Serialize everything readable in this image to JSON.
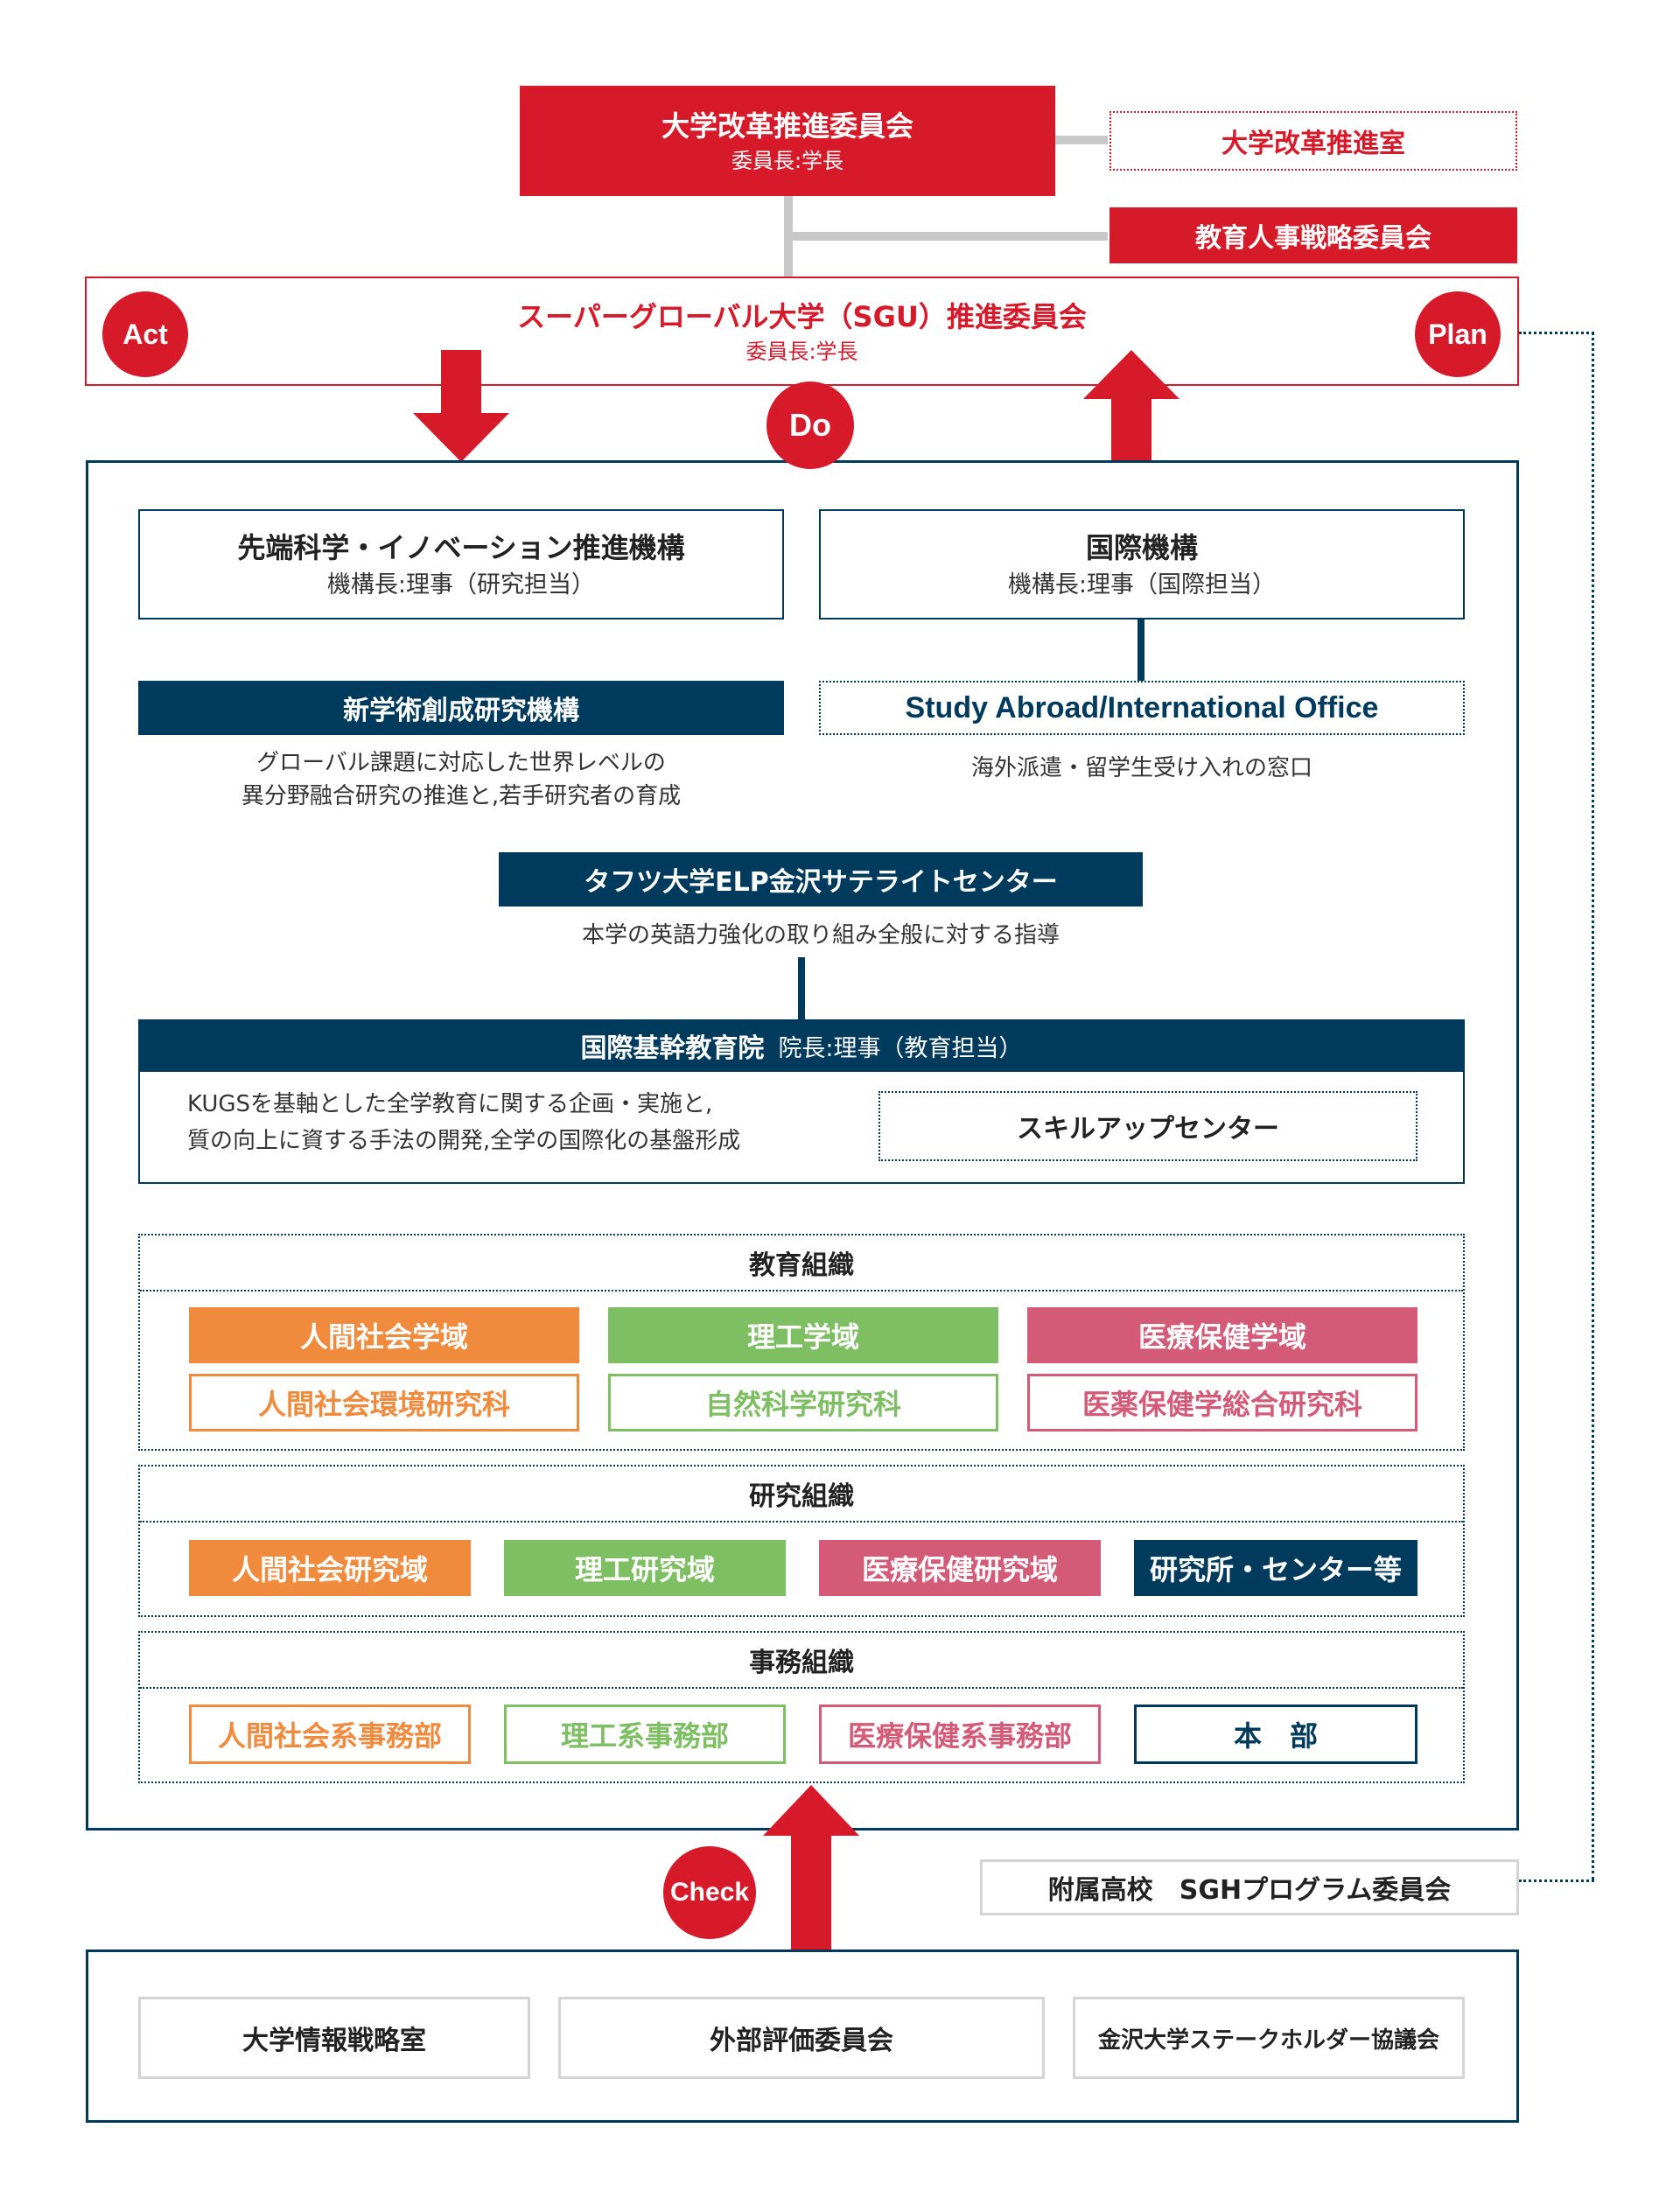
{
  "top": {
    "committee_title": "大学改革推進委員会",
    "committee_chair": "委員長:学長",
    "office": "大学改革推進室",
    "hr_committee": "教育人事戦略委員会"
  },
  "sgu": {
    "title": "スーパーグローバル大学（SGU）推進委員会",
    "chair": "委員長:学長"
  },
  "cycle": {
    "act": "Act",
    "plan": "Plan",
    "do": "Do",
    "check": "Check"
  },
  "do_area": {
    "innovation": {
      "title": "先端科学・イノベーション推進機構",
      "sub": "機構長:理事（研究担当）"
    },
    "international": {
      "title": "国際機構",
      "sub": "機構長:理事（国際担当）"
    },
    "new_research": {
      "title": "新学術創成研究機構",
      "desc_line1": "グローバル課題に対応した世界レベルの",
      "desc_line2": "異分野融合研究の推進と,若手研究者の育成"
    },
    "study_abroad": {
      "title": "Study Abroad/International Office",
      "desc": "海外派遣・留学生受け入れの窓口"
    },
    "tufts": {
      "title": "タフツ大学ELP金沢サテライトセンター",
      "desc": "本学の英語力強化の取り組み全般に対する指導"
    },
    "kokusai_kikan": {
      "title": "国際基幹教育院",
      "sub": "院長:理事（教育担当）",
      "desc_line1": "KUGSを基軸とした全学教育に関する企画・実施と,",
      "desc_line2": "質の向上に資する手法の開発,全学の国際化の基盤形成",
      "skillup": "スキルアップセンター"
    },
    "education_org": {
      "header": "教育組織",
      "row1": [
        "人間社会学域",
        "理工学域",
        "医療保健学域"
      ],
      "row2": [
        "人間社会環境研究科",
        "自然科学研究科",
        "医薬保健学総合研究科"
      ]
    },
    "research_org": {
      "header": "研究組織",
      "items": [
        "人間社会研究域",
        "理工研究域",
        "医療保健研究域",
        "研究所・センター等"
      ]
    },
    "admin_org": {
      "header": "事務組織",
      "items": [
        "人間社会系事務部",
        "理工系事務部",
        "医療保健系事務部",
        "本　部"
      ]
    }
  },
  "sgh": "附属高校　SGHプログラム委員会",
  "check_area": {
    "items": [
      "大学情報戦略室",
      "外部評価委員会",
      "金沢大学ステークホルダー協議会"
    ]
  },
  "colors": {
    "red": "#d71a2a",
    "navy": "#003a5d",
    "orange": "#f08a3c",
    "green": "#7fbf63",
    "pink": "#d45b78",
    "gray_connector": "#c8c8c8",
    "light_border": "#d4d4d4"
  }
}
